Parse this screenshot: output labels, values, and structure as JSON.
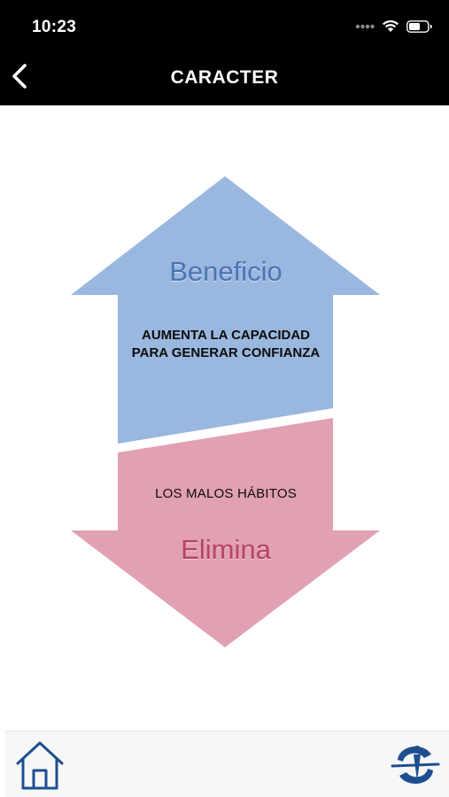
{
  "status_bar": {
    "time": "10:23"
  },
  "nav": {
    "title": "CARACTER",
    "back_icon": "chevron-left-icon"
  },
  "diagram": {
    "benefit_title": "Beneficio",
    "benefit_text": "AUMENTA LA CAPACIDAD PARA GENERAR CONFIANZA",
    "eliminate_text": "LOS MALOS HÁBITOS",
    "eliminate_title": "Elimina",
    "colors": {
      "up_arrow": "#9ab7df",
      "down_arrow": "#e2a1b2",
      "benefit_title": "#4a74b6",
      "eliminate_title": "#b84466"
    }
  },
  "tabbar": {
    "home_icon": "home-icon",
    "logo_icon": "app-logo-icon",
    "accent": "#1d4f8f"
  }
}
